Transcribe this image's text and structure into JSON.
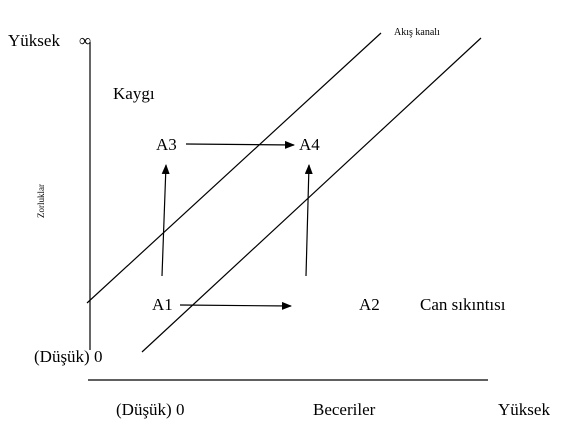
{
  "axes": {
    "y_high_label": "Yüksek",
    "y_infinity": "∞",
    "y_low_label": "(Düşük) 0",
    "y_axis_title": "Zorluklar",
    "x_low_label": "(Düşük) 0",
    "x_axis_title": "Beceriler",
    "x_high_label": "Yüksek"
  },
  "channel_label": "Akış kanalı",
  "regions": {
    "anxiety": "Kaygı",
    "boredom": "Can sıkıntısı"
  },
  "states": [
    "A1",
    "A2",
    "A3",
    "A4"
  ],
  "colors": {
    "ink": "#000000",
    "background": "#ffffff"
  }
}
